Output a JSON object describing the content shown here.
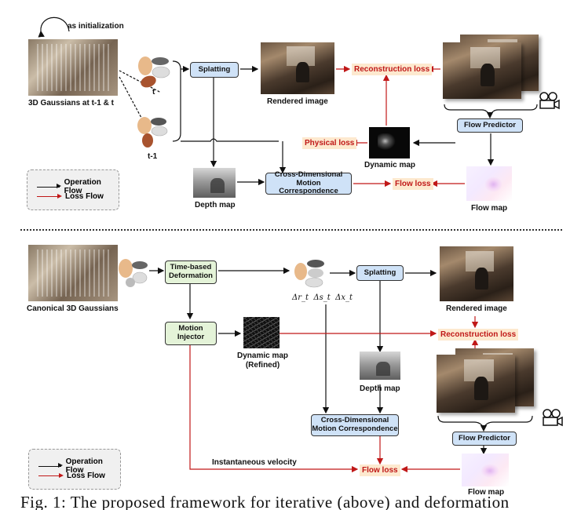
{
  "top": {
    "init_label": "as initialization",
    "gaussians_label": "3D Gaussians at t-1 & t",
    "t_label": "t",
    "tm1_label": "t-1",
    "splatting": "Splatting",
    "rendered_image": "Rendered image",
    "reconstruction_loss": "Reconstruction loss",
    "flow_predictor": "Flow Predictor",
    "dynamic_map": "Dynamic map",
    "physical_loss": "Physical loss",
    "cdmc": "Cross-Dimensional\nMotion Correspondence",
    "flow_loss": "Flow loss",
    "depth_map": "Depth map",
    "flow_map": "Flow map",
    "legend": {
      "operation": "Operation Flow",
      "loss": "Loss Flow"
    }
  },
  "bottom": {
    "canonical": "Canonical 3D Gaussians",
    "time_deformation": "Time-based\nDeformation",
    "deltas": "Δr_t  Δs_t  Δx_t",
    "splatting": "Splatting",
    "rendered_image": "Rendered image",
    "motion_injector": "Motion\nInjector",
    "dynamic_map": "Dynamic map\n(Refined)",
    "reconstruction_loss": "Reconstruction loss",
    "depth_map": "Depth map",
    "cdmc": "Cross-Dimensional\nMotion Correspondence",
    "flow_predictor": "Flow Predictor",
    "instantaneous_velocity": "Instantaneous velocity",
    "flow_loss": "Flow loss",
    "flow_map": "Flow map",
    "legend": {
      "operation": "Operation Flow",
      "loss": "Loss Flow"
    }
  },
  "caption": "Fig. 1: The proposed framework for iterative (above) and deformation",
  "colors": {
    "loss_arrow": "#c01818",
    "op_arrow": "#111111",
    "blue_box": "#cfe2f7",
    "green_box": "#e4f3d8",
    "loss_bg": "#fde9cf"
  }
}
